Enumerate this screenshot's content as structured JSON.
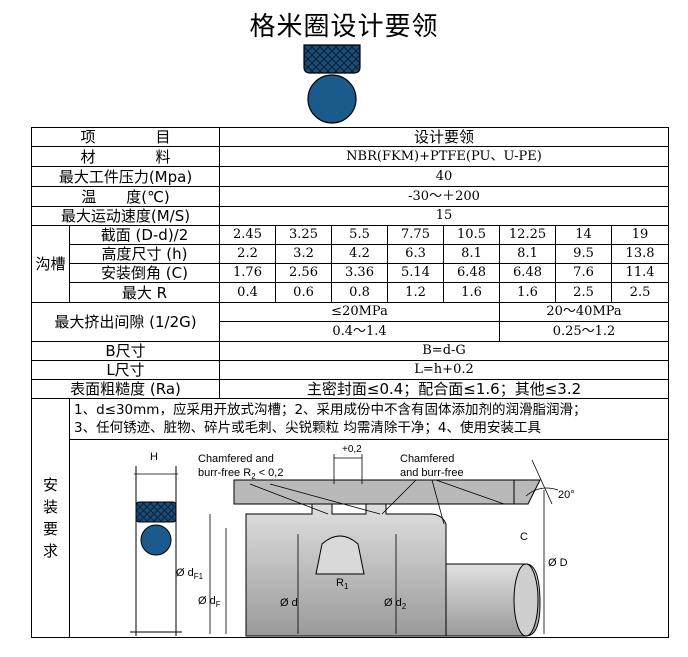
{
  "title": "格米圈设计要领",
  "header": {
    "item": "项　　　　目",
    "value": "设计要领"
  },
  "material": {
    "label": "材　　　　料",
    "value": "NBR(FKM)+PTFE(PU、U-PE)"
  },
  "max_pressure": {
    "label": "最大工件压力(Mpa)",
    "value": "40"
  },
  "temperature": {
    "label": "温　　度(℃)",
    "value": "-30～＋200"
  },
  "max_speed": {
    "label": "最大运动速度(M/S)",
    "value": "15"
  },
  "groove": {
    "side_label": "沟槽",
    "rows": [
      {
        "label": "截面 (D-d)/2",
        "values": [
          "2.45",
          "3.25",
          "5.5",
          "7.75",
          "10.5",
          "12.25",
          "14",
          "19"
        ]
      },
      {
        "label": "高度尺寸 (h)",
        "values": [
          "2.2",
          "3.2",
          "4.2",
          "6.3",
          "8.1",
          "8.1",
          "9.5",
          "13.8"
        ]
      },
      {
        "label": "安装倒角 (C)",
        "values": [
          "1.76",
          "2.56",
          "3.36",
          "5.14",
          "6.48",
          "6.48",
          "7.6",
          "11.4"
        ]
      },
      {
        "label": "最大 R",
        "values": [
          "0.4",
          "0.6",
          "0.8",
          "1.2",
          "1.6",
          "1.6",
          "2.5",
          "2.5"
        ]
      }
    ]
  },
  "extrusion": {
    "label": "最大挤出间隙 (1/2G)",
    "low": {
      "condition": "≤20MPa",
      "value": "0.4～1.4"
    },
    "high": {
      "condition": "20～40MPa",
      "value": "0.25～1.2"
    }
  },
  "b_size": {
    "label": "B尺寸",
    "value": "B=d-G"
  },
  "l_size": {
    "label": "L尺寸",
    "value": "L=h+0.2"
  },
  "roughness": {
    "label": "表面粗糙度 (Ra)",
    "value": "主密封面≤0.4；配合面≤1.6；其他≤3.2"
  },
  "install": {
    "side_label": "安装要求",
    "line1": "1、d≤30mm，应采用开放式沟槽；2、采用成份中不含有固体添加剂的润滑脂润滑；",
    "line2": "3、任何锈迹、脏物、碎片或毛刺、尖锐颗粒 均需清除干净；4、使用安装工具"
  },
  "drawing": {
    "h": "H",
    "tol": "+0,2",
    "chamfer1a": "Chamfered and",
    "chamfer1b": "burr-free R",
    "chamfer1sub": "2",
    "chamfer1c": " < 0,2",
    "chamfer2a": "Chamfered",
    "chamfer2b": "and burr-free",
    "angle": "20°",
    "c": "C",
    "D": "Ø D",
    "dF1": "Ø d",
    "dF1sub": "F1",
    "dF": "Ø d",
    "dFsub": "F",
    "d": "Ø d",
    "d2": "Ø d",
    "d2sub": "2",
    "R1": "R",
    "R1sub": "1"
  },
  "colors": {
    "ptfe_ring": "#1a4d7a",
    "oring": "#1a5b8c",
    "rod": "#c8c8c8",
    "bore": "#a8a8a8"
  }
}
